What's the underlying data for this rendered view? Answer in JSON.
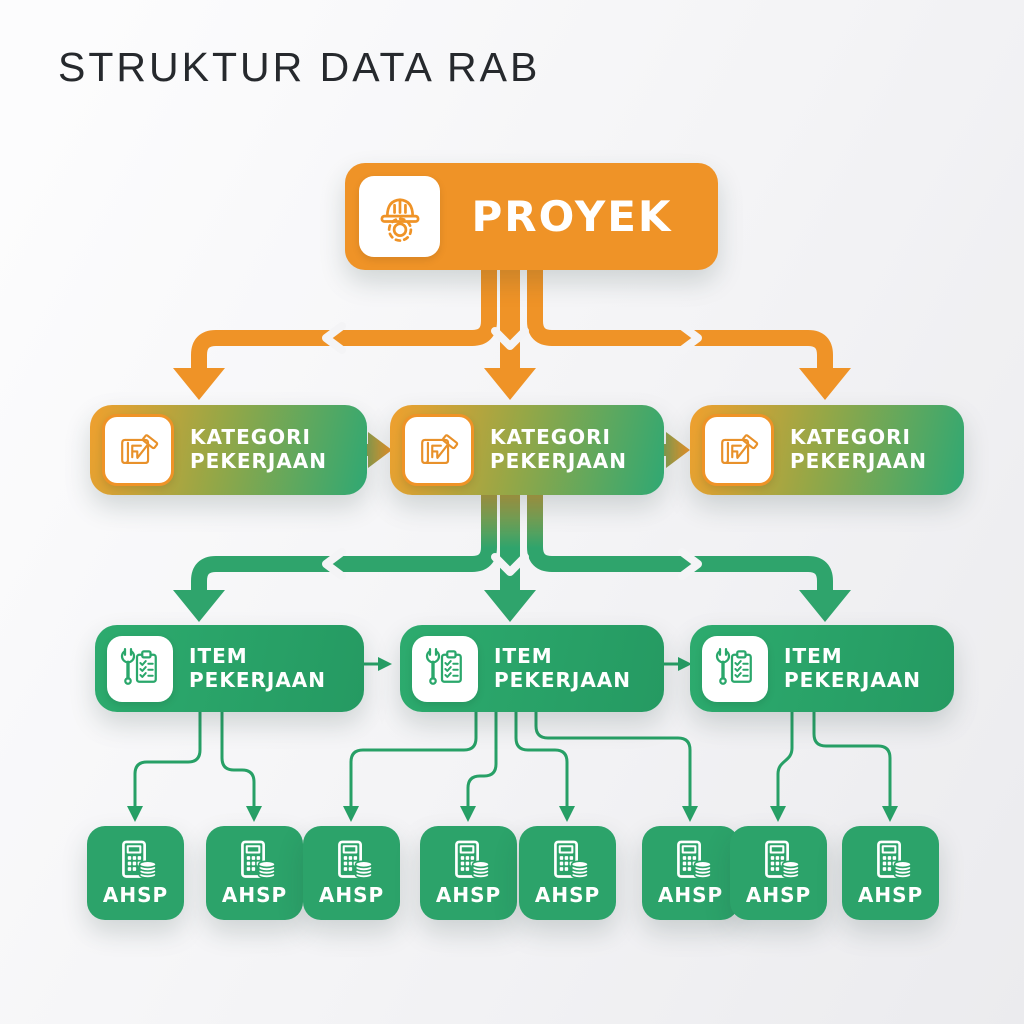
{
  "title": "STRUKTUR DATA RAB",
  "palette": {
    "orange": "#EF9327",
    "green": "#2CA36A",
    "gradient_left": "#F0A02E",
    "gradient_right": "#2FA873",
    "connector_line": "#27A066",
    "title_color": "#26292d",
    "background": "#f4f4f6"
  },
  "nodes": {
    "proyek": {
      "label": "PROYEK",
      "icon": "helmet-gear-icon"
    },
    "kategori": {
      "line1": "KATEGORI",
      "line2": "PEKERJAAN",
      "icon": "blueprint-hammer-icon",
      "count": 3
    },
    "item": {
      "line1": "ITEM",
      "line2": "PEKERJAAN",
      "icon": "wrench-checklist-icon",
      "count": 3
    },
    "ahsp": {
      "label": "AHSP",
      "icon": "calculator-coins-icon",
      "count": 8
    }
  },
  "hierarchy": [
    "PROYEK -> KATEGORI PEKERJAAN (x3)",
    "KATEGORI PEKERJAAN -> ITEM PEKERJAAN (x3)",
    "ITEM PEKERJAAN -> AHSP (x8)"
  ]
}
